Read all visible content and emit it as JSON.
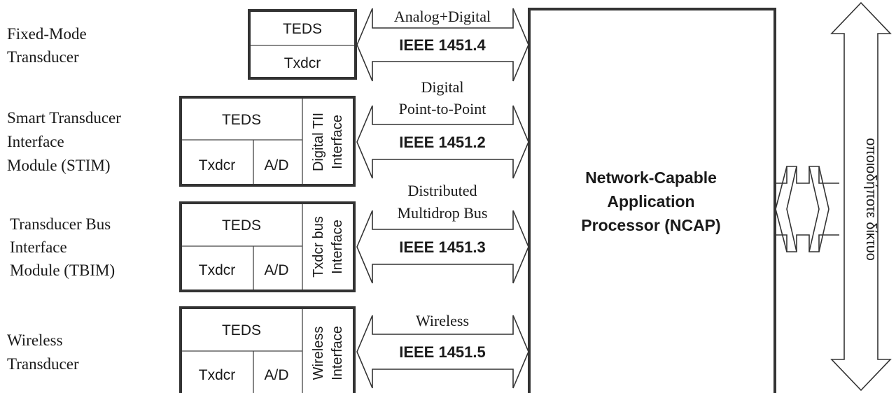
{
  "labels": {
    "fixed_mode": [
      "Fixed-Mode",
      "Transducer"
    ],
    "stim": [
      "Smart Transducer",
      "Interface",
      "Module (STIM)"
    ],
    "tbim": [
      "Transducer Bus",
      "Interface",
      "Module (TBIM)"
    ],
    "wireless": [
      "Wireless",
      "Transducer"
    ]
  },
  "boxes": {
    "teds": "TEDS",
    "txdcr": "Txdcr",
    "ad": "A/D",
    "digital_tii": [
      "Digital TII",
      "Interface"
    ],
    "txdcr_bus": [
      "Txdcr bus",
      "Interface"
    ],
    "wireless_if": [
      "Wireless",
      "Interface"
    ]
  },
  "links": {
    "l1454": {
      "desc": [
        "Analog+Digital"
      ],
      "protocol": "IEEE 1451.4"
    },
    "l1452": {
      "desc": [
        "Digital",
        "Point-to-Point"
      ],
      "protocol": "IEEE 1451.2"
    },
    "l1453": {
      "desc": [
        "Distributed",
        "Multidrop Bus"
      ],
      "protocol": "IEEE 1451.3"
    },
    "l1455": {
      "desc": [
        "Wireless"
      ],
      "protocol": "IEEE 1451.5"
    }
  },
  "ncap": [
    "Network-Capable",
    "Application",
    "Processor (NCAP)"
  ],
  "network": "οποιοδήποτε δίκτυο"
}
